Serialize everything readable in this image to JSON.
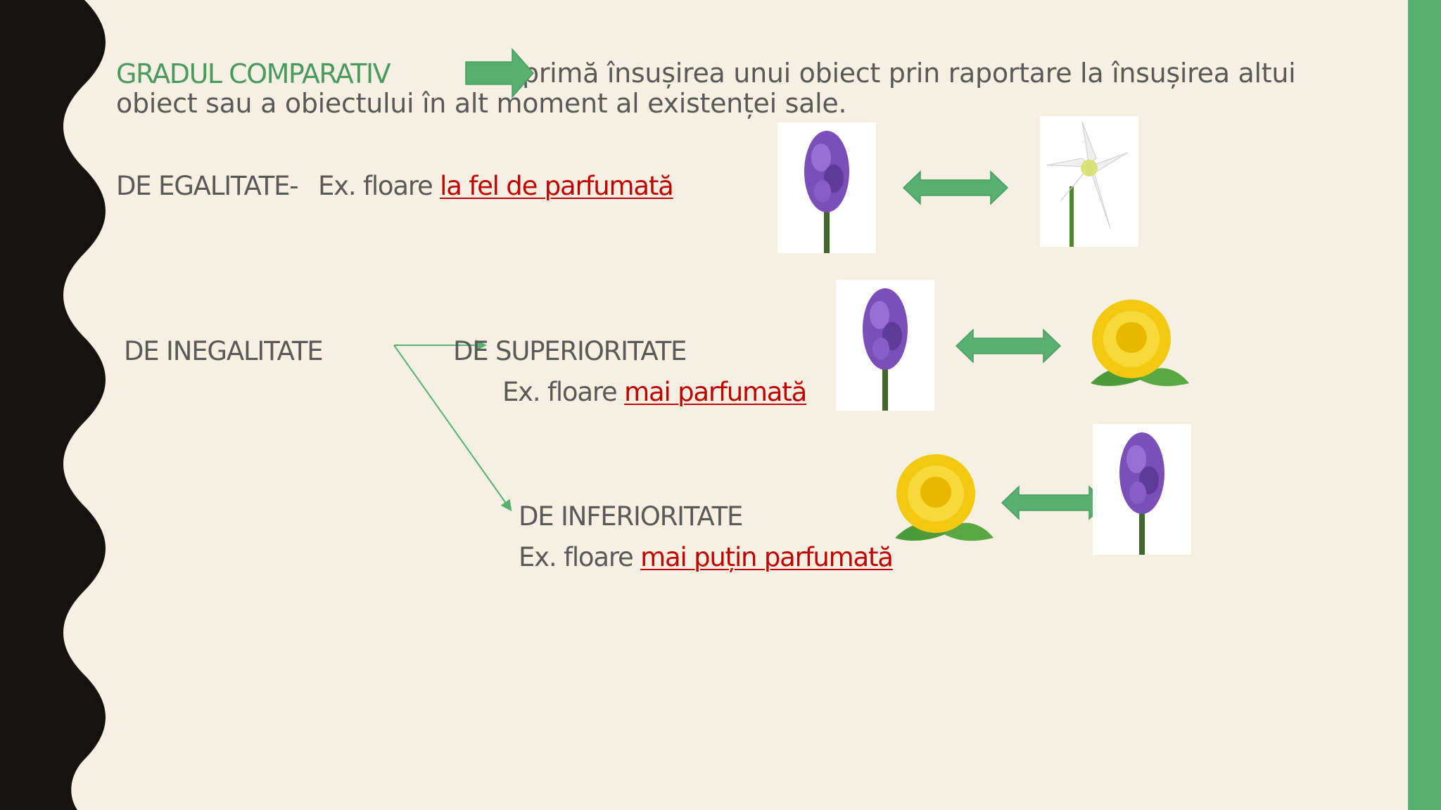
{
  "title": "GRADUL COMPARATIV",
  "definition": {
    "line1_tail": "primă însușirea unui obiect prin raportare la însușirea altui",
    "line2": "obiect sau a obiectului în alt moment al existenței sale."
  },
  "egalitate": {
    "label": "DE EGALITATE-",
    "example_prefix": "Ex. floare",
    "example_phrase": "la fel de parfumată"
  },
  "inegalitate": {
    "label": "DE INEGALITATE"
  },
  "superioritate": {
    "label": "DE SUPERIORITATE",
    "example_prefix": "Ex. floare",
    "example_phrase": "mai parfumată"
  },
  "inferioritate": {
    "label": "DE INFERIORITATE",
    "example_prefix": "Ex. floare",
    "example_phrase": "mai puțin parfumată"
  },
  "colors": {
    "background": "#f5f0e2",
    "accent_green": "#57b072",
    "title_green": "#4b9a5d",
    "emphasis_red": "#c00000",
    "text_gray": "#595959",
    "left_border": "#151212"
  },
  "icons": {
    "flowers": [
      "purple-hyacinth-icon",
      "white-lily-icon",
      "yellow-dandelion-icon"
    ],
    "arrows": [
      "right-arrow-icon",
      "double-headed-arrow-icon"
    ]
  }
}
